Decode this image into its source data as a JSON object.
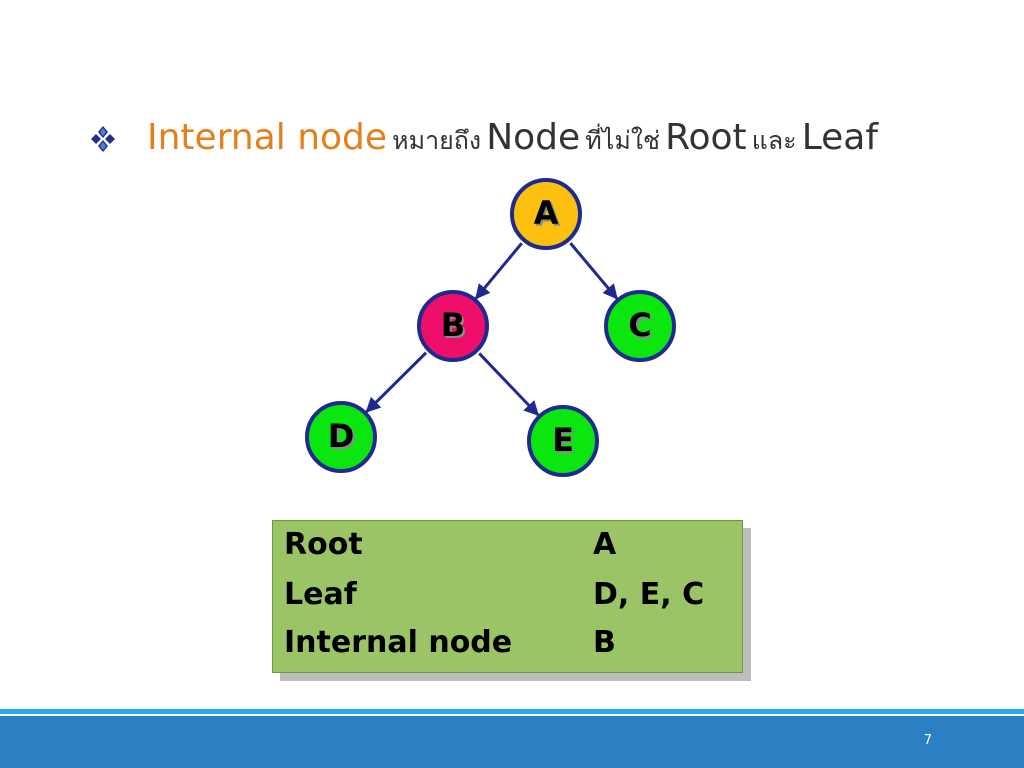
{
  "heading": {
    "term": "Internal node",
    "thai_means": "หมายถึง",
    "node_word": "Node",
    "thai_not": "ที่ไม่ใช่",
    "root_word": "Root",
    "thai_and": "และ",
    "leaf_word": "Leaf",
    "term_color": "#e3801c",
    "bullet_icon": "four-diamond-bullet-icon"
  },
  "tree": {
    "nodes": [
      {
        "id": "A",
        "label": "A",
        "color": "#fcc10f"
      },
      {
        "id": "B",
        "label": "B",
        "color": "#ee0f6b"
      },
      {
        "id": "C",
        "label": "C",
        "color": "#0ae60e"
      },
      {
        "id": "D",
        "label": "D",
        "color": "#0ae60e"
      },
      {
        "id": "E",
        "label": "E",
        "color": "#0ae60e"
      }
    ],
    "edges": [
      {
        "from": "A",
        "to": "B"
      },
      {
        "from": "A",
        "to": "C"
      },
      {
        "from": "B",
        "to": "D"
      },
      {
        "from": "B",
        "to": "E"
      }
    ],
    "edge_color": "#1f2a8f",
    "node_border_color": "#1f2a8f"
  },
  "table": {
    "rows": [
      {
        "label": "Root",
        "value": "A"
      },
      {
        "label": "Leaf",
        "value": "D, E, C"
      },
      {
        "label": "Internal node",
        "value": "B"
      }
    ],
    "background": "#9bc466"
  },
  "footer": {
    "page_number": "7"
  }
}
